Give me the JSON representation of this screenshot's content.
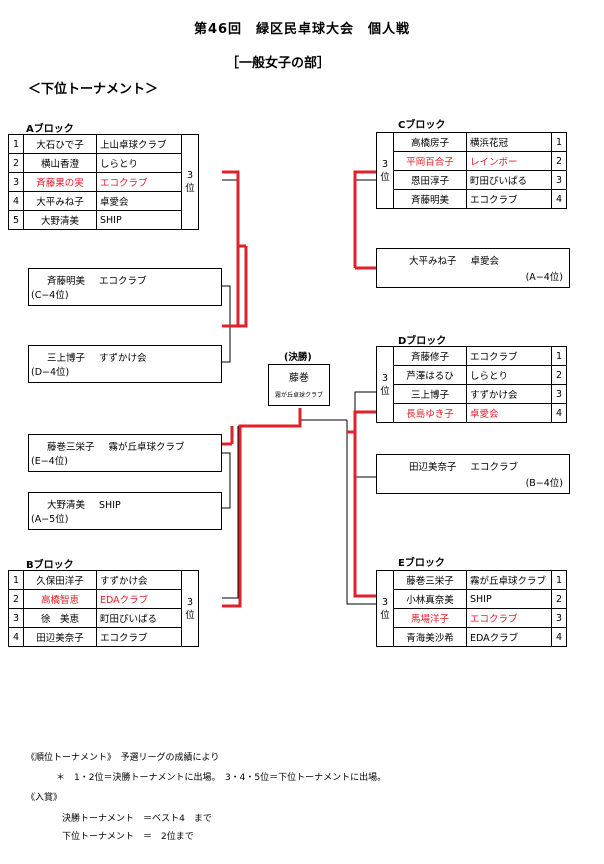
{
  "title": "第46回　緑区民卓球大会　個人戦",
  "subtitle": "［一般女子の部］",
  "section": "＜下位トーナメント＞",
  "block_a": {
    "label": "Aブロック",
    "rank": "3\n位",
    "rows": [
      {
        "num": "1",
        "name": "大石ひで子",
        "club": "上山卓球クラブ"
      },
      {
        "num": "2",
        "name": "横山香澄",
        "club": "しらとり"
      },
      {
        "num": "3",
        "name": "斉藤果の実",
        "club": "エコクラブ"
      },
      {
        "num": "4",
        "name": "大平みね子",
        "club": "卓愛会"
      },
      {
        "num": "5",
        "name": "大野清美",
        "club": "SHIP"
      }
    ]
  },
  "block_b": {
    "label": "Bブロック",
    "rank": "3\n位",
    "rows": [
      {
        "num": "1",
        "name": "久保田洋子",
        "club": "すずかけ会"
      },
      {
        "num": "2",
        "name": "高橋智恵",
        "club": "EDAクラブ"
      },
      {
        "num": "3",
        "name": "徐　美恵",
        "club": "町田ぴいぱる"
      },
      {
        "num": "4",
        "name": "田辺美奈子",
        "club": "エコクラブ"
      }
    ]
  },
  "block_c": {
    "label": "Cブロック",
    "rank": "3\n位",
    "rows": [
      {
        "num": "1",
        "name": "高橋房子",
        "club": "横浜花冠"
      },
      {
        "num": "2",
        "name": "平岡百合子",
        "club": "レインボー"
      },
      {
        "num": "3",
        "name": "恩田淳子",
        "club": "町田ぴいぱる"
      },
      {
        "num": "4",
        "name": "斉藤明美",
        "club": "エコクラブ"
      }
    ]
  },
  "block_d": {
    "label": "Dブロック",
    "rank": "3\n位",
    "rows": [
      {
        "num": "1",
        "name": "斉藤修子",
        "club": "エコクラブ"
      },
      {
        "num": "2",
        "name": "芦澤はるひ",
        "club": "しらとり"
      },
      {
        "num": "3",
        "name": "三上博子",
        "club": "すずかけ会"
      },
      {
        "num": "4",
        "name": "長島ゆき子",
        "club": "卓愛会"
      }
    ]
  },
  "block_e": {
    "label": "Eブロック",
    "rank": "3\n位",
    "rows": [
      {
        "num": "1",
        "name": "藤巻三栄子",
        "club": "霧が丘卓球クラブ"
      },
      {
        "num": "2",
        "name": "小林真奈美",
        "club": "SHIP"
      },
      {
        "num": "3",
        "name": "馬場洋子",
        "club": "エコクラブ"
      },
      {
        "num": "4",
        "name": "青海美沙希",
        "club": "EDAクラブ"
      }
    ]
  },
  "qualifiers": {
    "c4": {
      "name": "斉藤明美",
      "club": "エコクラブ",
      "tag": "(C−4位)"
    },
    "d4": {
      "name": "三上博子",
      "club": "すずかけ会",
      "tag": "(D−4位)"
    },
    "e4": {
      "name": "藤巻三栄子",
      "club": "霧が丘卓球クラブ",
      "tag": "(E−4位)"
    },
    "a5": {
      "name": "大野清美",
      "club": "SHIP",
      "tag": "(A−5位)"
    },
    "a4": {
      "name": "大平みね子",
      "club": "卓愛会",
      "tag": "(A−4位)"
    },
    "b4": {
      "name": "田辺美奈子",
      "club": "エコクラブ",
      "tag": "(B−4位)"
    }
  },
  "final": {
    "label": "(決勝)",
    "winner": "藤巻",
    "club": "霧が丘卓球クラブ"
  },
  "notes": {
    "line1": "《順位トーナメント》　予選リーグの成績により",
    "line2": "＊　1・2位＝決勝トーナメントに出場。　3・4・5位＝下位トーナメントに出場。",
    "line3": "《入賞》",
    "line4": "決勝トーナメント　＝ベスト4　まで",
    "line5": "下位トーナメント　＝　2位まで"
  },
  "colors": {
    "accent_red": "#e0202a"
  }
}
